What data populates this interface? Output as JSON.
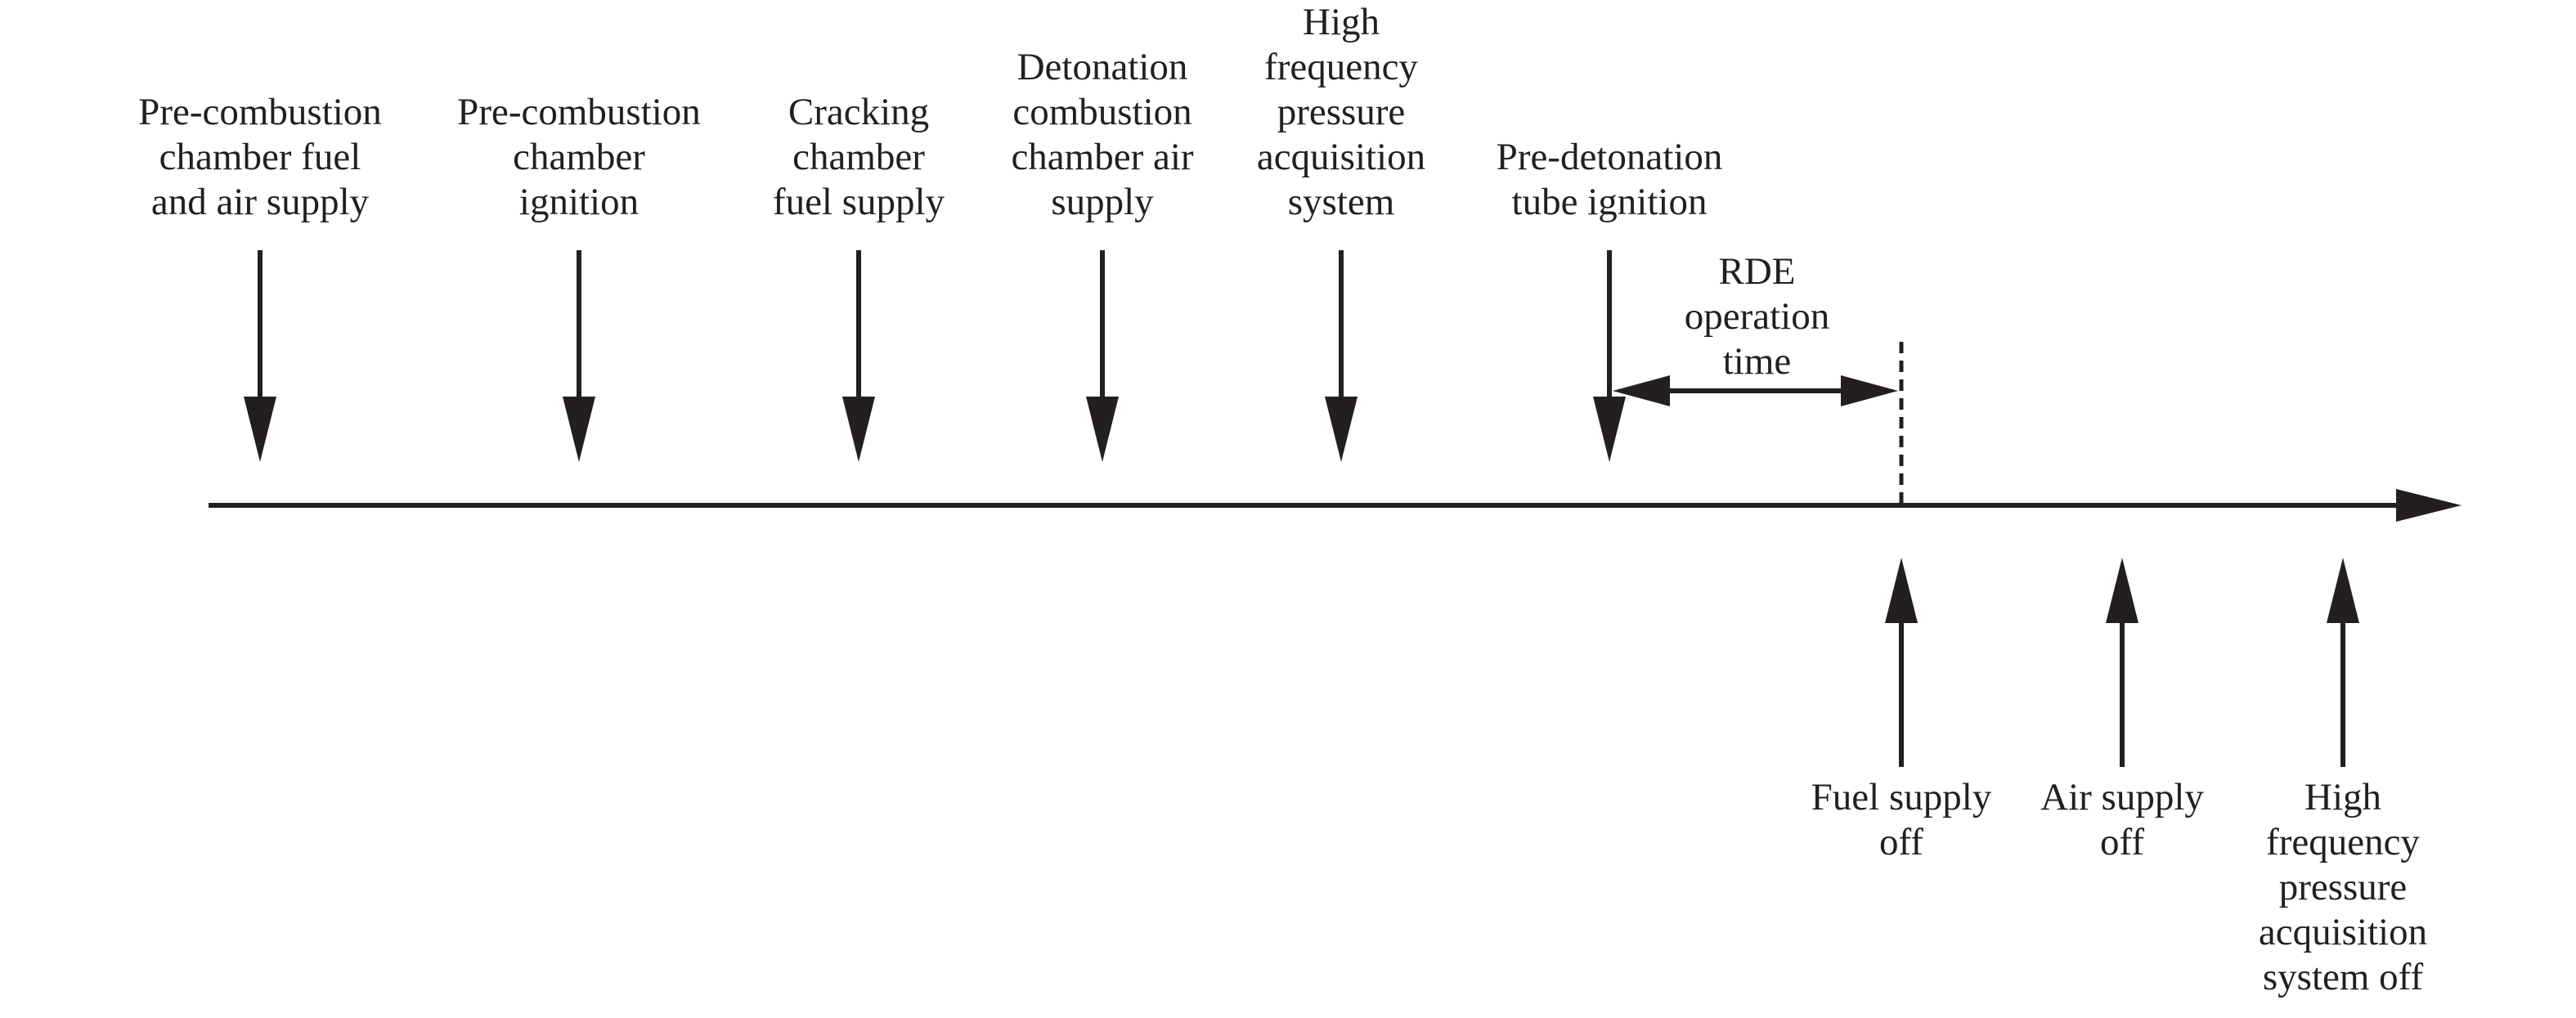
{
  "events_before": [
    {
      "label": [
        "Pre-combustion",
        "chamber fuel",
        "and air supply"
      ]
    },
    {
      "label": [
        "Pre-combustion",
        "chamber",
        "ignition"
      ]
    },
    {
      "label": [
        "Cracking",
        "chamber",
        "fuel supply"
      ]
    },
    {
      "label": [
        "Detonation",
        "combustion",
        "chamber air",
        "supply"
      ]
    },
    {
      "label": [
        "High",
        "frequency",
        "pressure",
        "acquisition",
        "system"
      ]
    },
    {
      "label": [
        "Pre-detonation",
        "tube ignition"
      ]
    }
  ],
  "operation_span": {
    "label": [
      "RDE",
      "operation",
      "time"
    ]
  },
  "events_after": [
    {
      "label": [
        "Fuel supply",
        "off"
      ]
    },
    {
      "label": [
        "Air supply",
        "off"
      ]
    },
    {
      "label": [
        "High",
        "frequency",
        "pressure",
        "acquisition",
        "system off"
      ]
    }
  ],
  "colors": {
    "ink": "#231f20",
    "background": "#ffffff"
  }
}
